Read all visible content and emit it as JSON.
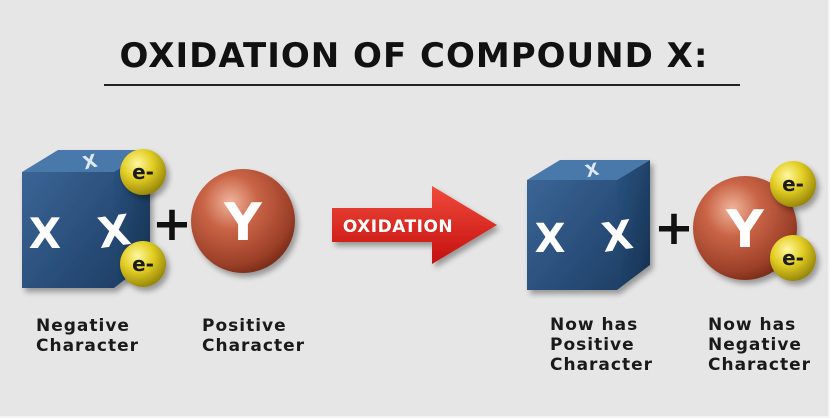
{
  "title": "OXIDATION OF COMPOUND X:",
  "reactants": {
    "compound_x": {
      "letter": "X",
      "electron_label": "e-",
      "caption": [
        "Negative",
        "Character"
      ]
    },
    "compound_y": {
      "letter": "Y",
      "caption": [
        "Positive",
        "Character"
      ]
    },
    "plus": "+"
  },
  "arrow_label": "OXIDATION",
  "products": {
    "compound_x": {
      "letter": "X",
      "caption": [
        "Now has",
        "Positive",
        "Character"
      ]
    },
    "compound_y": {
      "letter": "Y",
      "electron_label": "e-",
      "caption": [
        "Now has",
        "Negative",
        "Character"
      ]
    },
    "plus": "+"
  },
  "colors": {
    "background": "#e6e6e6",
    "cube_front": "#2b5180",
    "cube_top": "#3d6a9c",
    "cube_side": "#1d3d63",
    "sphere_red": "#b5533a",
    "electron_gold": "#d8c21a",
    "arrow_red": "#dd1f1f"
  }
}
